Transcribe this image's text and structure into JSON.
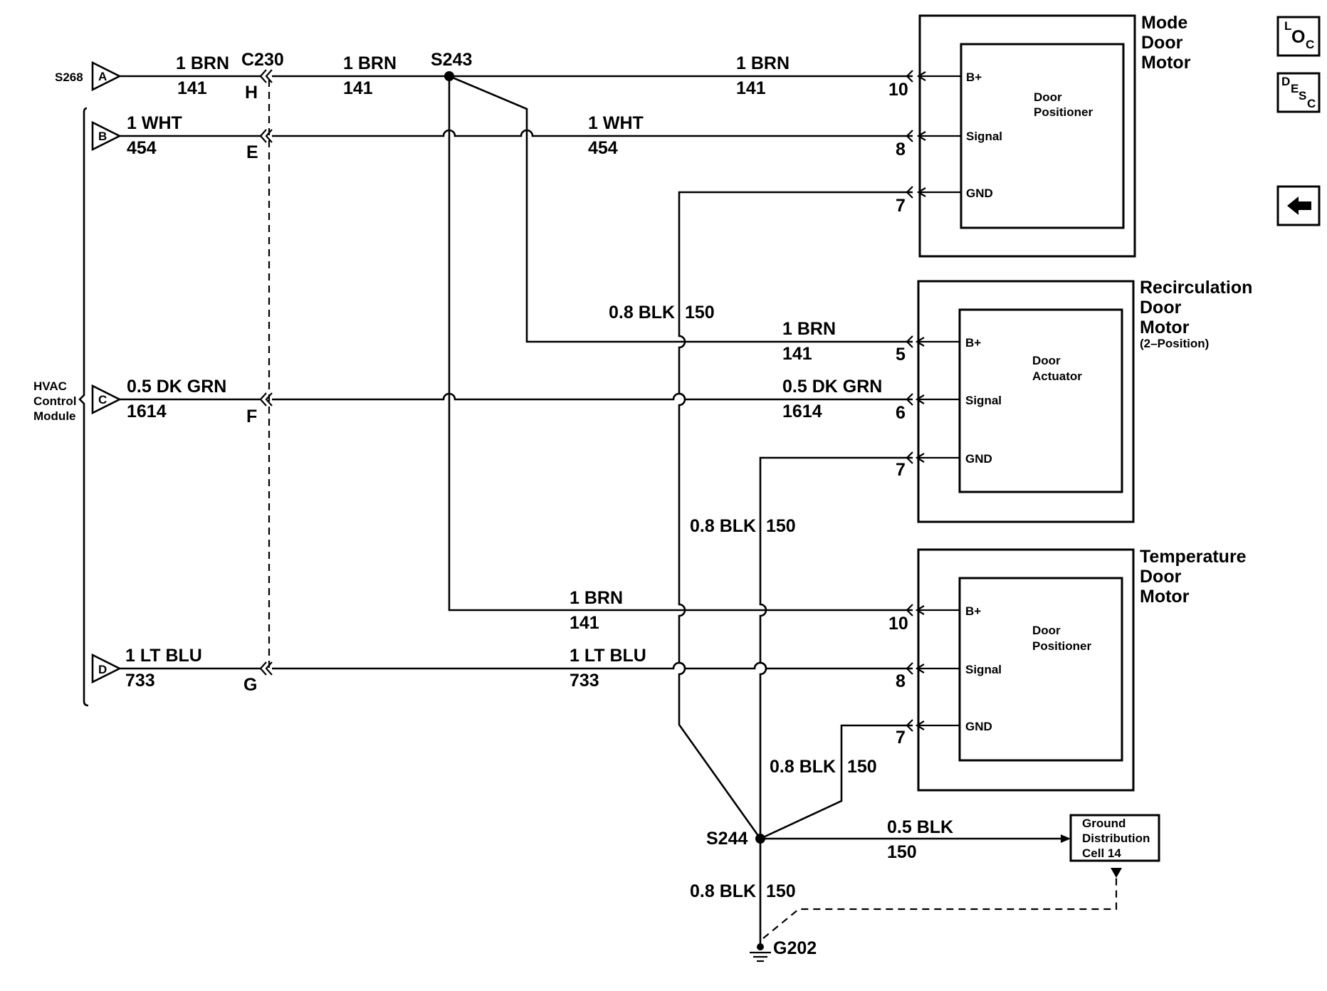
{
  "splices": {
    "s268": "S268",
    "s243": "S243",
    "s244": "S244",
    "c230": "C230",
    "g202": "G202"
  },
  "module": {
    "line1": "HVAC",
    "line2": "Control",
    "line3": "Module"
  },
  "module_pins": [
    "A",
    "B",
    "C",
    "D"
  ],
  "c230_pins": [
    "H",
    "E",
    "F",
    "G"
  ],
  "circuits": {
    "brn": {
      "color": "1 BRN",
      "num": "141"
    },
    "wht": {
      "color": "1 WHT",
      "num": "454"
    },
    "dkgrn": {
      "color": "0.5 DK GRN",
      "num": "1614"
    },
    "ltblu": {
      "color": "1 LT BLU",
      "num": "733"
    },
    "blk": {
      "color": "0.8 BLK",
      "num": "150"
    },
    "blk_gd": {
      "color": "0.5 BLK",
      "num": "150"
    }
  },
  "motors": [
    {
      "title": [
        "Mode",
        "Door",
        "Motor"
      ],
      "subtitle": "",
      "inner": [
        "Door",
        "Positioner"
      ],
      "pins": [
        "10",
        "8",
        "7"
      ],
      "terms": [
        "B+",
        "Signal",
        "GND"
      ]
    },
    {
      "title": [
        "Recirculation",
        "Door",
        "Motor"
      ],
      "subtitle": "(2–Position)",
      "inner": [
        "Door",
        "Actuator"
      ],
      "pins": [
        "5",
        "6",
        "7"
      ],
      "terms": [
        "B+",
        "Signal",
        "GND"
      ]
    },
    {
      "title": [
        "Temperature",
        "Door",
        "Motor"
      ],
      "subtitle": "",
      "inner": [
        "Door",
        "Positioner"
      ],
      "pins": [
        "10",
        "8",
        "7"
      ],
      "terms": [
        "B+",
        "Signal",
        "GND"
      ]
    }
  ],
  "ground_distribution": {
    "line1": "Ground",
    "line2": "Distribution",
    "line3": "Cell 14"
  },
  "nav": {
    "loc": {
      "a": "L",
      "b": "O",
      "c": "C",
      "icon": "loc-icon"
    },
    "desc": {
      "a": "D",
      "b": "E",
      "c": "S",
      "d": "C",
      "icon": "desc-icon"
    },
    "back": {
      "icon": "back-arrow-icon"
    }
  }
}
